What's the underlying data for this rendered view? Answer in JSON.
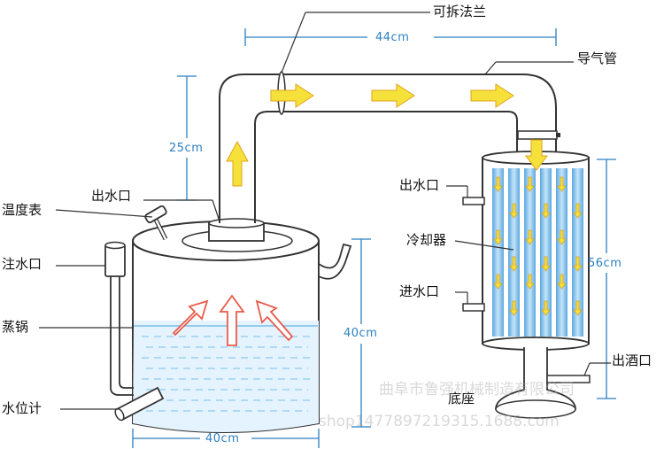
{
  "labels": {
    "flange": "可拆法兰",
    "vapor_pipe": "导气管",
    "thermometer": "温度表",
    "water_outlet_top": "出水口",
    "water_inlet_pot": "注水口",
    "steamer": "蒸锅",
    "water_level_gauge": "水位计",
    "condenser_water_outlet": "出水口",
    "cooler": "冷却器",
    "condenser_water_inlet": "进水口",
    "liquor_outlet": "出酒口",
    "base": "底座"
  },
  "dimensions": {
    "pipe_length": "44cm",
    "pipe_height": "25cm",
    "pot_height": "40cm",
    "pot_width": "40cm",
    "condenser_height": "56cm"
  },
  "watermark": {
    "company": "曲阜市鲁强机械制造有限公司",
    "shop": "shop1477897219315.1688.com"
  },
  "colors": {
    "dimension_line": "#2a7fc1",
    "arrow_fill": "#f5e13a",
    "arrow_stroke": "#e0a21a",
    "steam_arrow": "#e85a4a",
    "water_line": "#7ac0ea",
    "cooler_tube": "#8ec8f0",
    "outline": "#333333"
  }
}
